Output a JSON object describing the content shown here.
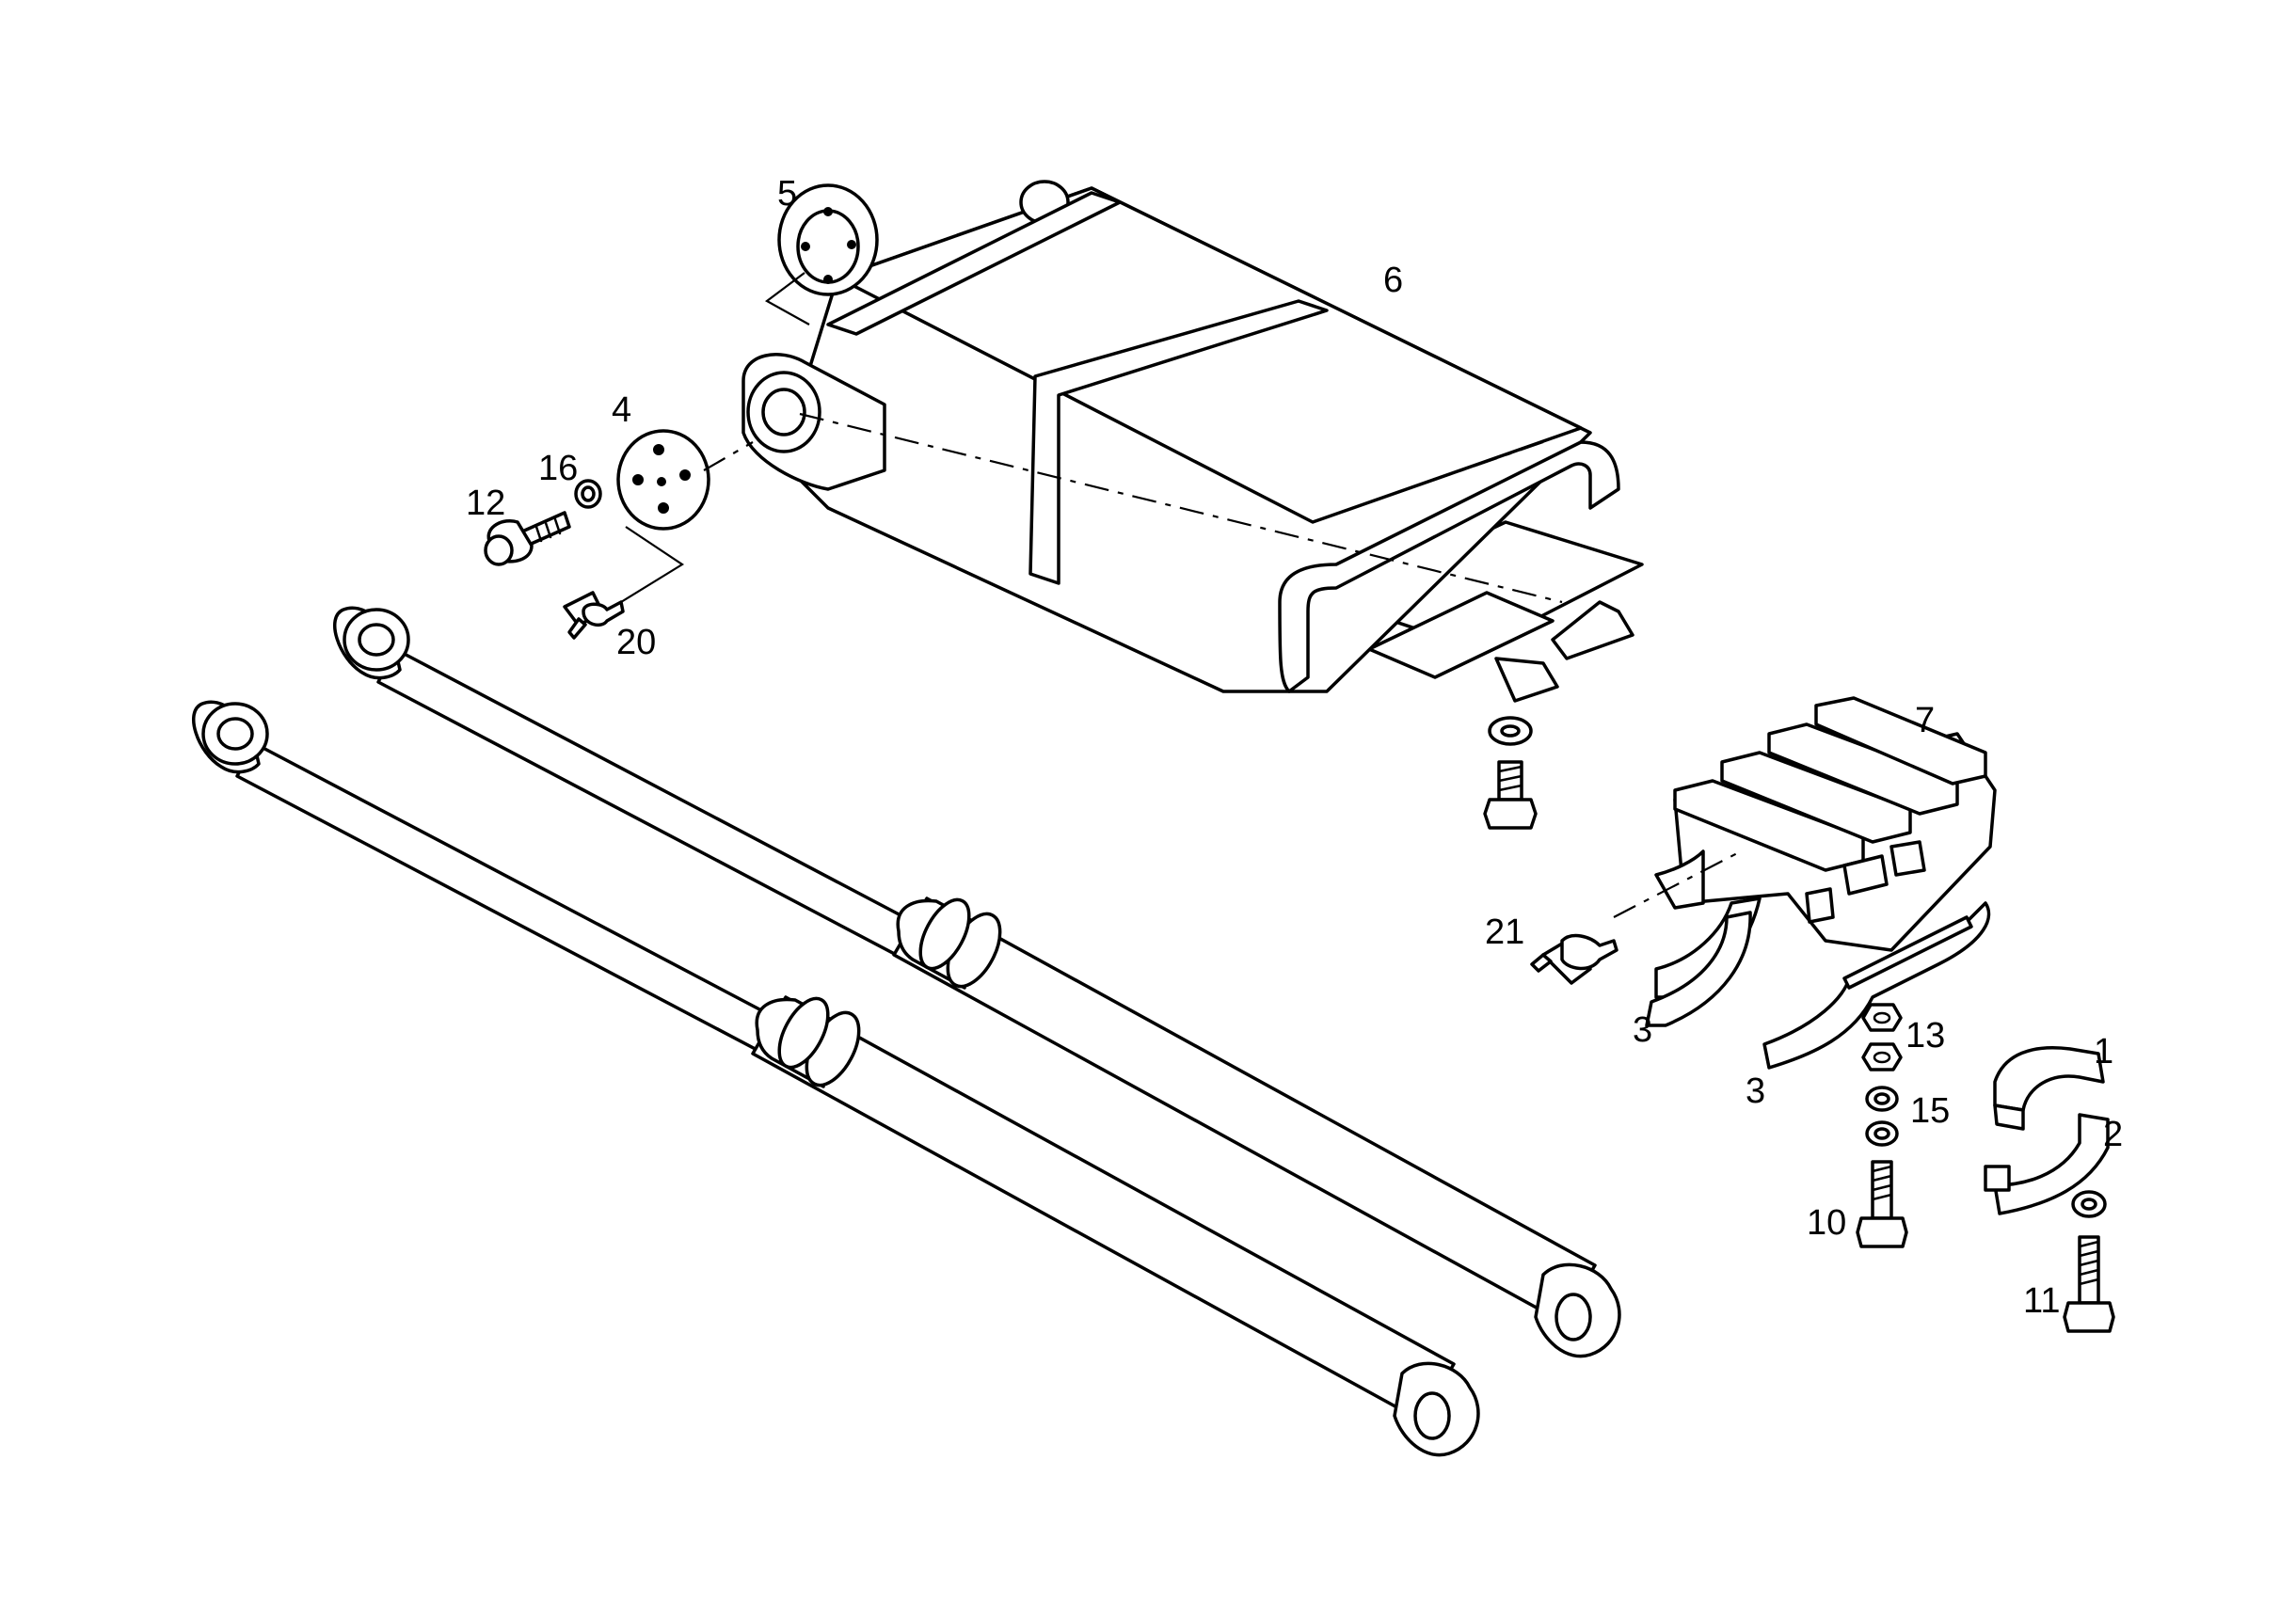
{
  "diagram": {
    "callouts": {
      "c1": "1",
      "c2": "2",
      "c3a": "3",
      "c3b": "3",
      "c4": "4",
      "c5": "5",
      "c6": "6",
      "c7": "7",
      "c10": "10",
      "c11": "11",
      "c12": "12",
      "c13": "13",
      "c15": "15",
      "c16": "16",
      "c20": "20",
      "c21": "21"
    }
  }
}
